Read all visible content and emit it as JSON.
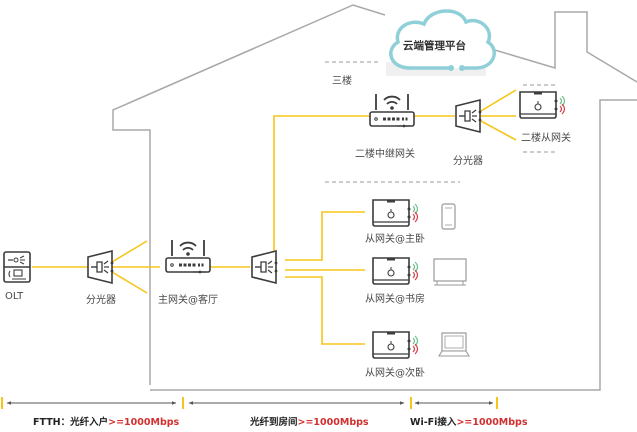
{
  "colors": {
    "fiber": "#f5c518",
    "house_outline": "#a8a8a8",
    "cloud": "#8fd0d8",
    "device": "#3c3c3c",
    "wifi_green": "#6cc18a",
    "wifi_red": "#d8434a",
    "speed_text": "#d0302f",
    "divider": "#9a9a9a"
  },
  "cloud": {
    "label": "云端管理平台"
  },
  "floors": {
    "third_floor": "三楼"
  },
  "nodes": {
    "olt": {
      "label": "OLT",
      "icon": "olt-icon"
    },
    "splitter_main": {
      "label": "分光器",
      "icon": "splitter-icon"
    },
    "main_gateway": {
      "label": "主网关@客厅",
      "icon": "router-icon"
    },
    "splitter_room": {
      "label": "",
      "icon": "splitter-icon"
    },
    "relay_gateway": {
      "label": "二楼中继网关",
      "icon": "router-icon"
    },
    "splitter_upper": {
      "label": "分光器",
      "icon": "splitter-icon"
    },
    "upper_sub_gateway": {
      "label": "二楼从网关",
      "icon": "sub-gateway-icon"
    },
    "sub_gateway_master": {
      "label": "从网关@主卧",
      "icon": "sub-gateway-icon",
      "client": "phone-icon"
    },
    "sub_gateway_study": {
      "label": "从网关@书房",
      "icon": "sub-gateway-icon",
      "client": "monitor-icon"
    },
    "sub_gateway_second": {
      "label": "从网关@次卧",
      "icon": "sub-gateway-icon",
      "client": "laptop-icon"
    }
  },
  "segments": [
    {
      "prefix": "FTTH：光纤入户",
      "speed": ">=1000Mbps"
    },
    {
      "prefix": "光纤到房间",
      "speed": ">=1000Mbps"
    },
    {
      "prefix": "Wi-Fi接入",
      "speed": ">=1000Mbps"
    }
  ]
}
